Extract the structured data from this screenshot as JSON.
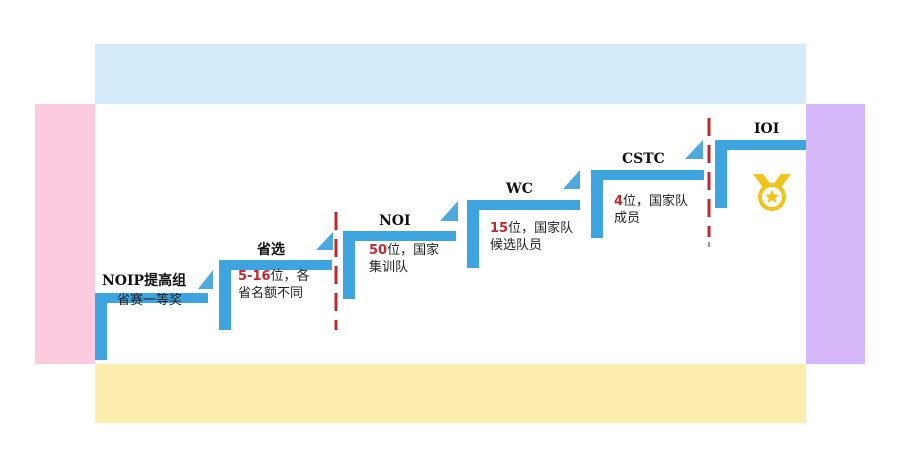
{
  "steps": [
    {
      "title": "NOIP提高组",
      "desc": "省赛一等奖"
    },
    {
      "title": "省选",
      "num": "5-16",
      "desc_a": "位，各",
      "desc_b": "省名额不同"
    },
    {
      "title": "NOI",
      "num": "50",
      "desc_a": "位，国家",
      "desc_b": "集训队"
    },
    {
      "title": "WC",
      "num": "15",
      "desc_a": "位，国家队",
      "desc_b": "候选队员"
    },
    {
      "title": "CSTC",
      "num": "4",
      "desc_a": "位，国家队",
      "desc_b": "成员"
    },
    {
      "title": "IOI"
    }
  ],
  "colors": {
    "stairs": "#3ea4e0",
    "divider": "#c0282d",
    "highlight": "#c0282d",
    "medal": "#f0c419",
    "band_top": "#d3ebfb",
    "band_bottom": "#fdeeb0",
    "band_left": "#fccbe0",
    "band_right": "#d7b8fb"
  },
  "icons": {
    "medal": "medal-icon"
  }
}
